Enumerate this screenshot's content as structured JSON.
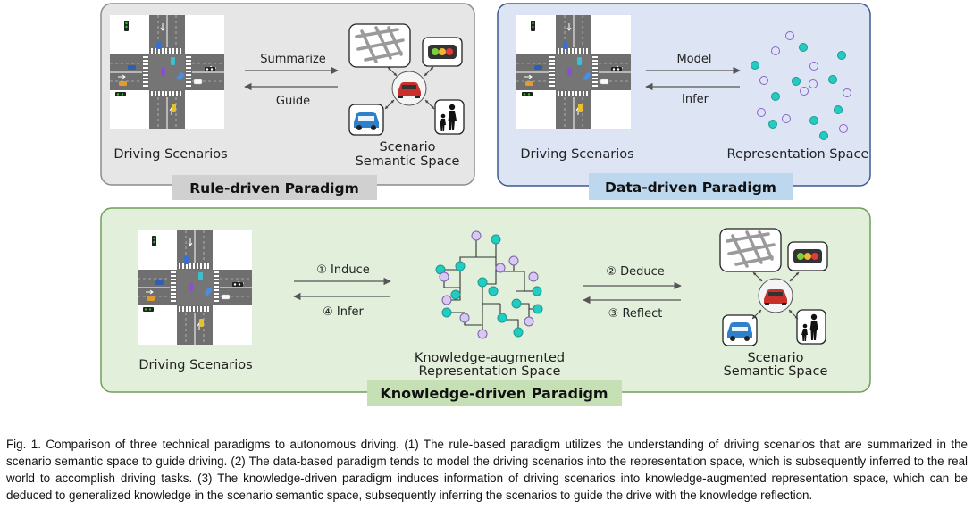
{
  "panels": {
    "rule": {
      "title": "Rule-driven Paradigm",
      "left_label": "Driving Scenarios",
      "arrow_top": "Summarize",
      "arrow_bottom": "Guide",
      "right_label_line1": "Scenario",
      "right_label_line2": "Semantic Space"
    },
    "data": {
      "title": "Data-driven Paradigm",
      "left_label": "Driving Scenarios",
      "arrow_top": "Model",
      "arrow_bottom": "Infer",
      "right_label": "Representation Space"
    },
    "knowledge": {
      "title": "Knowledge-driven Paradigm",
      "left_label": "Driving Scenarios",
      "arrow_left_top": "① Induce",
      "arrow_left_bottom": "④ Infer",
      "middle_label_line1": "Knowledge-augmented",
      "middle_label_line2": "Representation Space",
      "arrow_right_top": "② Deduce",
      "arrow_right_bottom": "③ Reflect",
      "right_label_line1": "Scenario",
      "right_label_line2": "Semantic Space"
    }
  },
  "icons": [
    "intersection-icon",
    "road-map-icon",
    "traffic-light-icon",
    "red-car-icon",
    "blue-car-icon",
    "pedestrian-icon",
    "network-icon"
  ],
  "colors": {
    "rule_bg": "#e6e6e6",
    "rule_border": "#8c8c8c",
    "data_bg": "#dde4f4",
    "data_border": "#3f5a8f",
    "data_title_bg": "#bdd7ee",
    "knowledge_bg": "#e2efda",
    "knowledge_border": "#6f9f58",
    "knowledge_title_bg": "#c5e0b4",
    "teal": "#23cbc0",
    "lavender": "#c9b8e8"
  },
  "caption": "Fig. 1.  Comparison of three technical paradigms to autonomous driving. (1) The rule-based paradigm utilizes the understanding of driving scenarios that are summarized in the scenario semantic space to guide driving. (2) The data-based paradigm tends to model the driving scenarios into the representation space, which is subsequently inferred to the real world to accomplish driving tasks. (3) The knowledge-driven paradigm induces information of driving scenarios into knowledge-augmented representation space, which can be deduced to generalized knowledge in the scenario semantic space, subsequently inferring the scenarios to guide the drive with the knowledge reflection."
}
